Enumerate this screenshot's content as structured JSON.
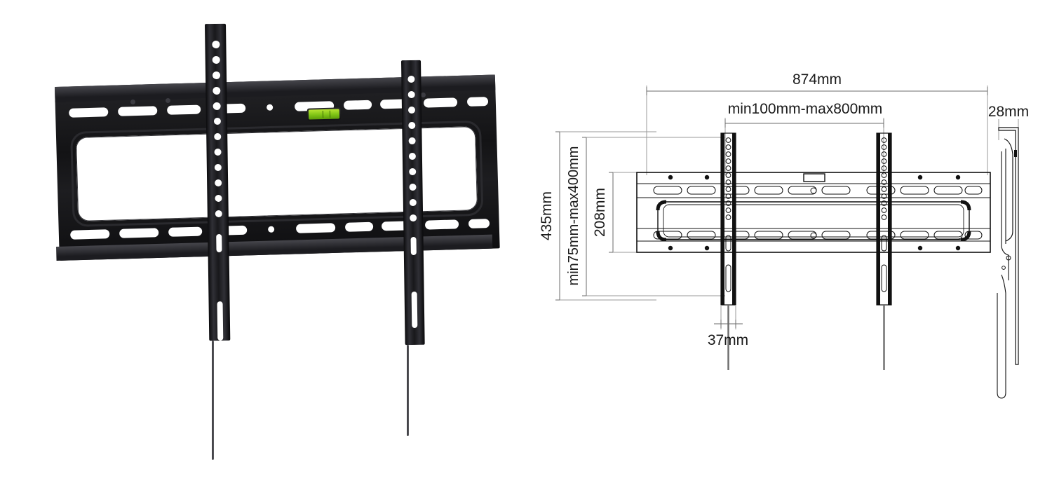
{
  "product": {
    "name": "tv-wall-mount-bracket",
    "title": "Fixed Low-Profile TV Wall Mount",
    "photo_alt": "black steel flat TV wall mount bracket front three-quarter view",
    "features": {
      "spirit_level": "bubble-spirit-level",
      "release_cord": "quick-release-pull-cord",
      "wall_plate": "slotted-wall-plate",
      "vertical_arms": "perforated-vertical-tv-arms"
    }
  },
  "drawing": {
    "views": {
      "front": "front-view",
      "side": "side-profile-view"
    },
    "dimensions": {
      "overall_width": "874mm",
      "arm_spacing": "min100mm-max800mm",
      "overall_height": "435mm",
      "vesa_height_range": "min75mm-max400mm",
      "plate_height": "208mm",
      "arm_width": "37mm",
      "depth": "28mm"
    },
    "dimension_list": [
      {
        "id": "overall-width",
        "label": "874mm",
        "orientation": "horizontal"
      },
      {
        "id": "arm-spacing",
        "label": "min100mm-max800mm",
        "orientation": "horizontal"
      },
      {
        "id": "arm-width",
        "label": "37mm",
        "orientation": "horizontal"
      },
      {
        "id": "overall-height",
        "label": "435mm",
        "orientation": "vertical"
      },
      {
        "id": "vesa-height-range",
        "label": "min75mm-max400mm",
        "orientation": "vertical"
      },
      {
        "id": "plate-height",
        "label": "208mm",
        "orientation": "vertical"
      },
      {
        "id": "depth",
        "label": "28mm",
        "orientation": "horizontal"
      }
    ]
  },
  "colors": {
    "background": "#ffffff",
    "metal_black": "#1a1a1c",
    "line_stroke": "#111111",
    "dimension_line": "#6b6b6b",
    "spirit_level_green": "#7fc415"
  }
}
